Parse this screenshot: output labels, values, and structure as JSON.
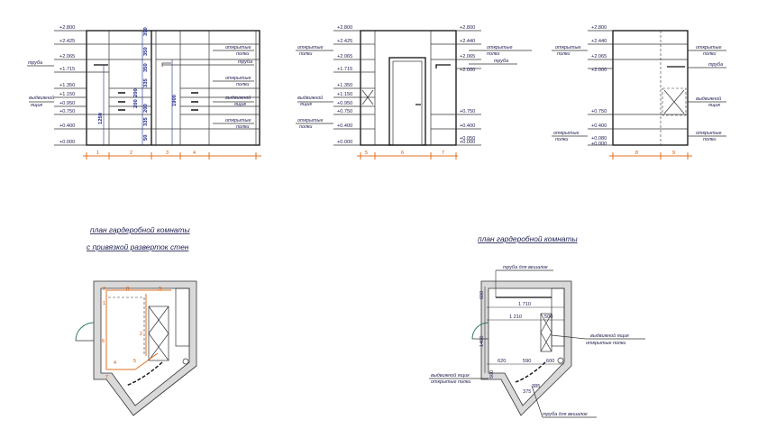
{
  "colors": {
    "ink": "#1e1e50",
    "blue_dim": "#1e2a8a",
    "orange": "#d14e00",
    "wall": "#d9d9d9",
    "door_arc": "#2e7d5e"
  },
  "elevations": {
    "wall1": [
      "+2.800",
      "+2.425",
      "+2.065",
      "+1.715",
      "+1.350",
      "+1.150",
      "+0.950",
      "+0.750",
      "+0.400",
      "+0.000"
    ],
    "wall2_left": [
      "+2.800",
      "+2.425",
      "+2.065",
      "+1.715",
      "+1.350",
      "+1.150",
      "+0.950",
      "+0.750",
      "+0.400",
      "+0.000"
    ],
    "wall2_right": [
      "+2.800",
      "+2.440",
      "+2.065",
      "+2.000",
      "+0.750",
      "+0.400",
      "+0.000",
      "+0.050"
    ],
    "wall3": [
      "+2.800",
      "+2.440",
      "+2.065",
      "+2.000",
      "+0.750",
      "+0.400",
      "+0.080",
      "+0.000"
    ]
  },
  "wall1_dims": [
    "390",
    "350",
    "350",
    "335",
    "200",
    "200",
    "200",
    "335",
    "50",
    "1250",
    "1900"
  ],
  "wall1_sections": [
    "1",
    "2",
    "3",
    "4"
  ],
  "wall2_sections": [
    "5",
    "6",
    "7"
  ],
  "wall3_sections": [
    "8",
    "9"
  ],
  "labels": {
    "open_shelves": [
      "открытые",
      "полки"
    ],
    "pipe": "труба",
    "drawer": [
      "выдвижной",
      "ящик"
    ]
  },
  "plan1": {
    "title_line1": "план гардеробной комнаты",
    "title_line2": "с привязкой разверток стен",
    "marks": [
      "3",
      "8",
      "9",
      "1",
      "2",
      "6",
      "4",
      "5",
      "7"
    ]
  },
  "plan2": {
    "title": "план гардеробной комнаты",
    "dims": [
      "1 710",
      "1 210",
      "500",
      "1400",
      "620",
      "590",
      "600",
      "600",
      "500",
      "385",
      "375"
    ],
    "notes": {
      "pipe_hanger": "труба для вешалок",
      "drawer_shelves": [
        "выдвижной ящик",
        "открытые полки"
      ]
    }
  }
}
